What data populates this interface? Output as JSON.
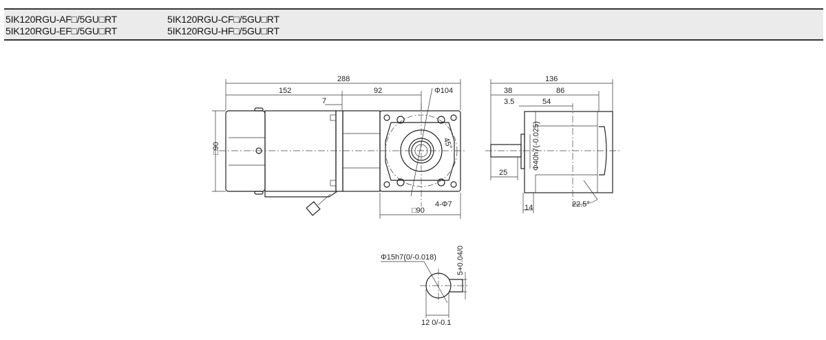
{
  "header": {
    "models": [
      "5IK120RGU-AF□/5GU□RT",
      "5IK120RGU-CF□/5GU□RT",
      "5IK120RGU-EF□/5GU□RT",
      "5IK120RGU-HF□/5GU□RT"
    ]
  },
  "front_view": {
    "total_length": "288",
    "motor_length": "152",
    "gear_length": "92",
    "flange_gap": "7",
    "height": "□90",
    "flange_square": "□90",
    "pcd": "Φ104",
    "angle": "45°",
    "holes": "4-Φ7"
  },
  "side_view": {
    "total": "136",
    "shaft_to_flange": "38",
    "body": "86",
    "pilot": "3.5",
    "center": "54",
    "shaft_len": "25",
    "flange_thk": "14",
    "pilot_dia": "Φ40h7(-0.025)",
    "angle": "22.5°"
  },
  "shaft_detail": {
    "diameter": "Φ15h7(0/-0.018)",
    "key": "5+0.04/0",
    "flat": "12 0/-0.1"
  }
}
